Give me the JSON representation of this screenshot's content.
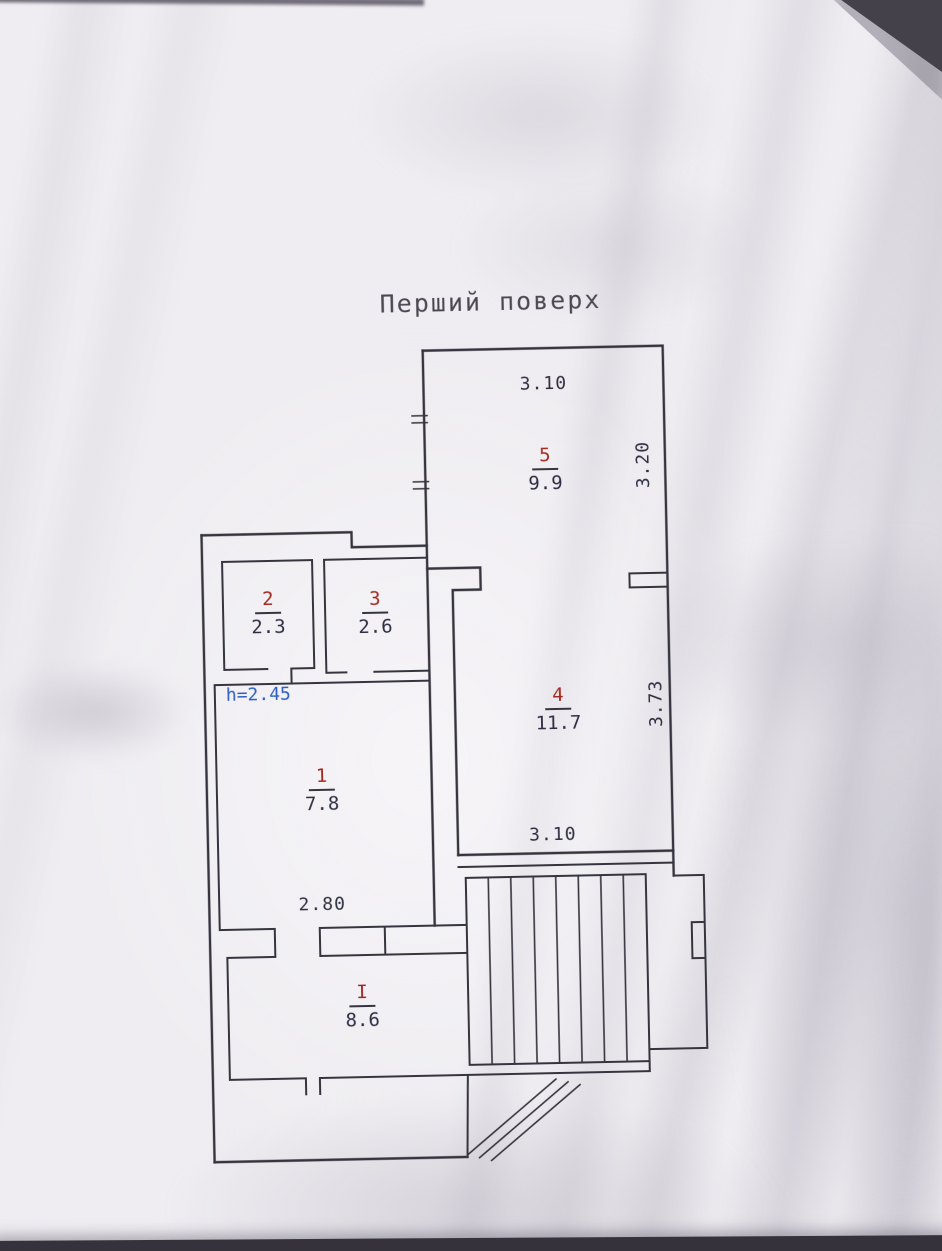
{
  "title": "Перший поверх",
  "plan": {
    "rooms": [
      {
        "id": "5",
        "area": "9.9"
      },
      {
        "id": "2",
        "area": "2.3"
      },
      {
        "id": "3",
        "area": "2.6"
      },
      {
        "id": "4",
        "area": "11.7"
      },
      {
        "id": "1",
        "area": "7.8"
      },
      {
        "id": "I",
        "area": "8.6"
      }
    ],
    "dimensions": {
      "top_width": "3.10",
      "right_upper_height": "3.20",
      "right_lower_height": "3.73",
      "bottom_width": "3.10",
      "door_width": "2.80",
      "ceiling_height": "h=2.45"
    }
  },
  "colors": {
    "room_number": "#a02a22",
    "room_area": "#2e2e42",
    "dimension_text": "#2f2f40",
    "wall_line": "#36353f",
    "height_note": "#2b5fc4",
    "title": "#4a4953",
    "paper": "#efedf1"
  }
}
